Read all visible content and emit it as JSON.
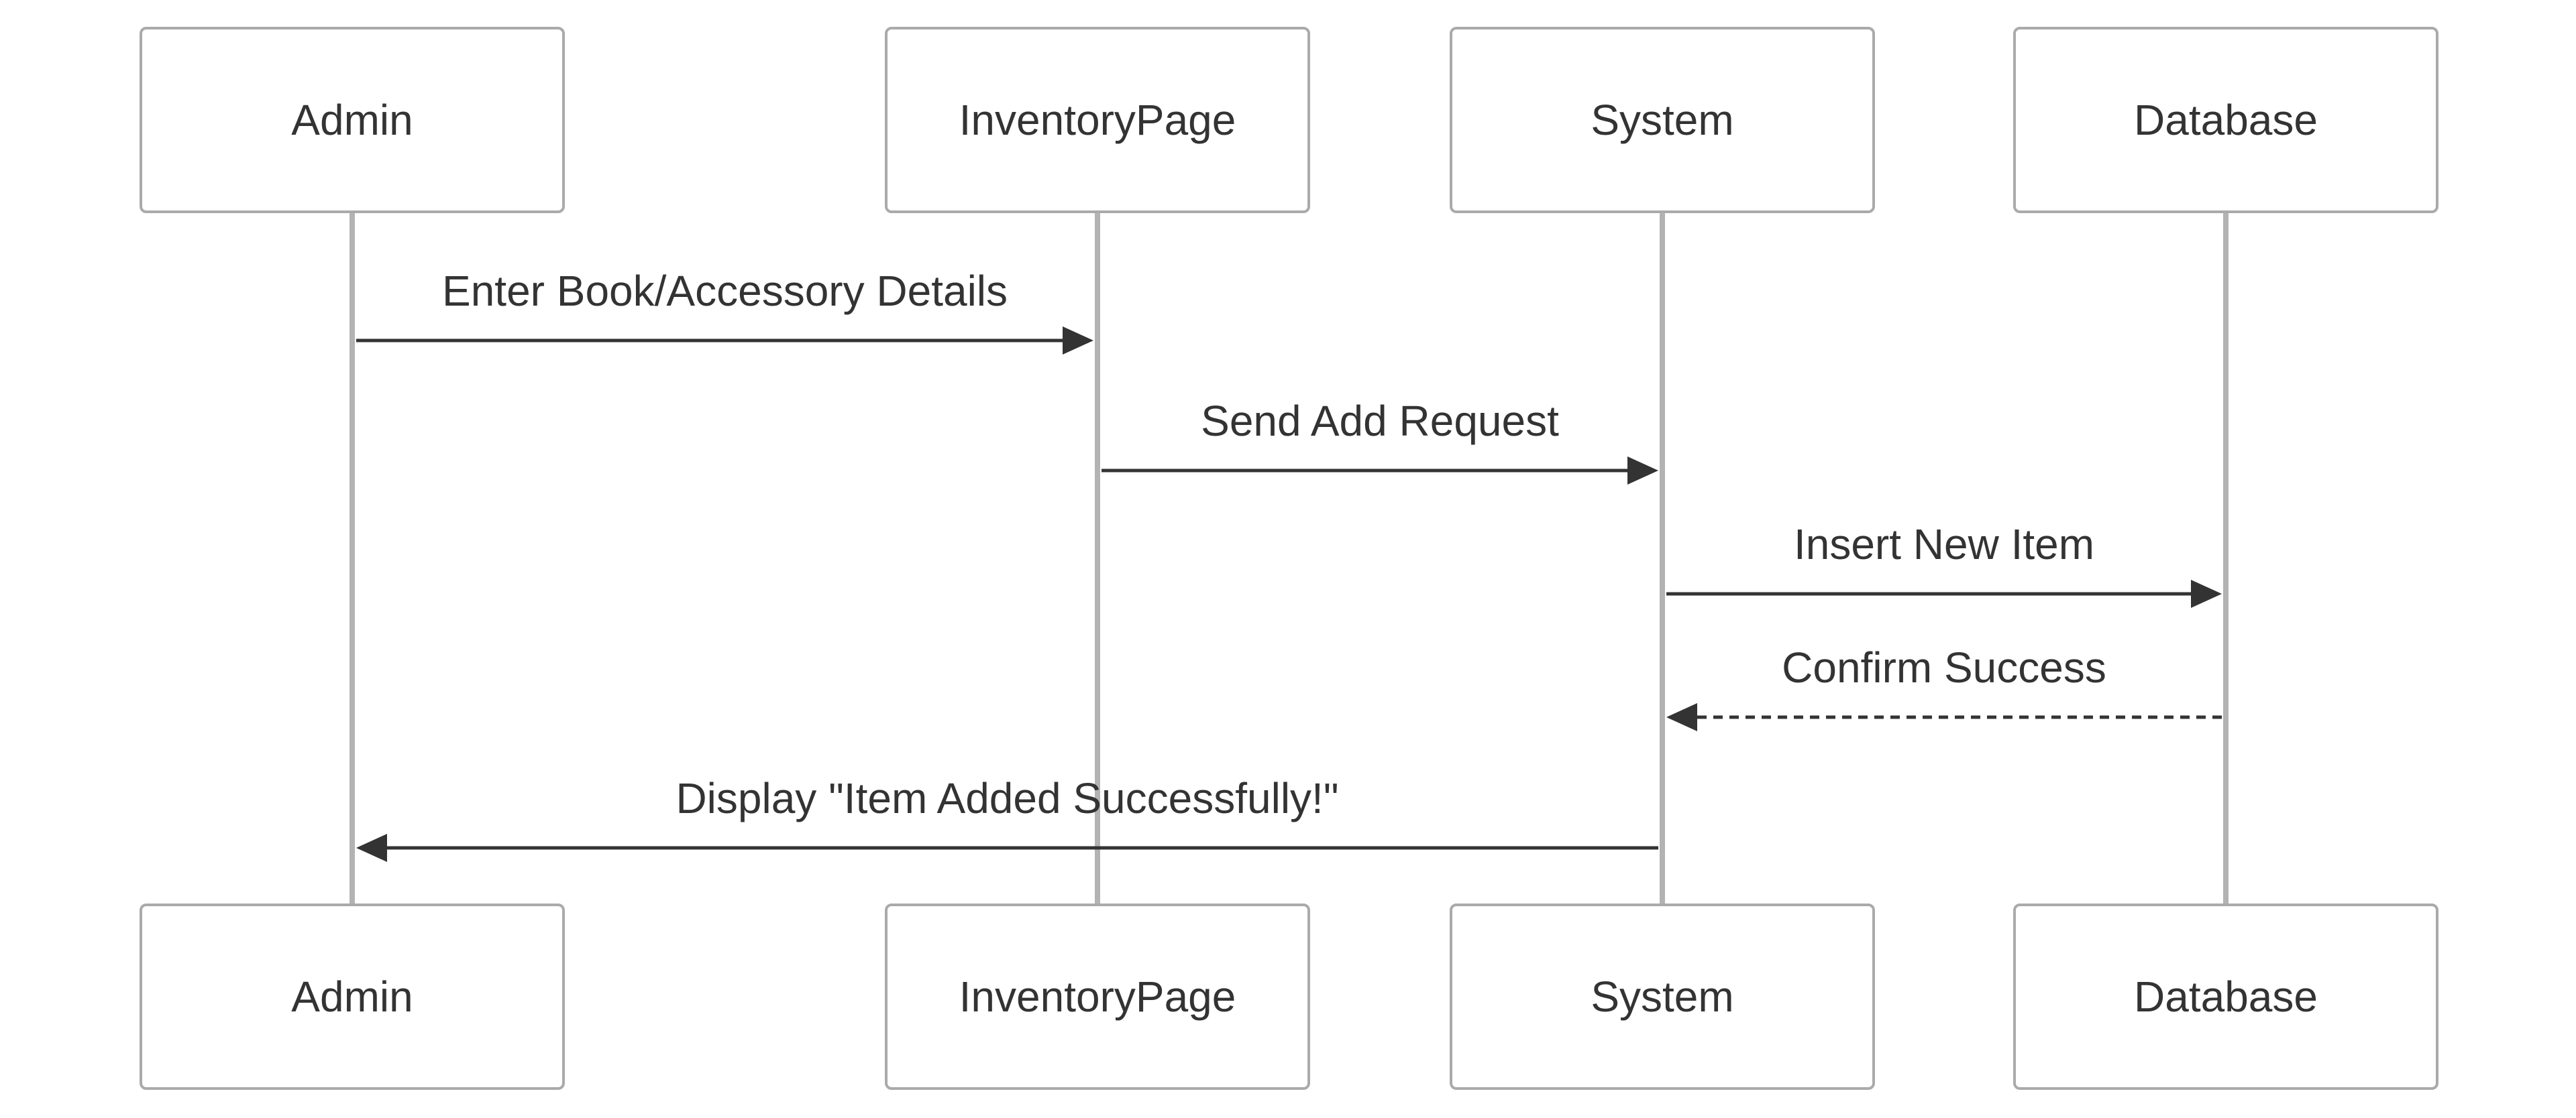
{
  "diagram": {
    "type": "sequence",
    "participants": [
      {
        "id": "admin",
        "label": "Admin"
      },
      {
        "id": "inventory",
        "label": "InventoryPage"
      },
      {
        "id": "system",
        "label": "System"
      },
      {
        "id": "database",
        "label": "Database"
      }
    ],
    "messages": [
      {
        "from": "admin",
        "to": "inventory",
        "label": "Enter Book/Accessory Details",
        "style": "solid"
      },
      {
        "from": "inventory",
        "to": "system",
        "label": "Send Add Request",
        "style": "solid"
      },
      {
        "from": "system",
        "to": "database",
        "label": "Insert New Item",
        "style": "solid"
      },
      {
        "from": "database",
        "to": "system",
        "label": "Confirm Success",
        "style": "dashed"
      },
      {
        "from": "system",
        "to": "admin",
        "label": "Display \"Item Added Successfully!\"",
        "style": "solid"
      }
    ]
  },
  "colors": {
    "box_border": "#aaaaaa",
    "lifeline": "#b3b3b3",
    "arrow": "#333333",
    "text": "#333333",
    "background": "#ffffff"
  }
}
